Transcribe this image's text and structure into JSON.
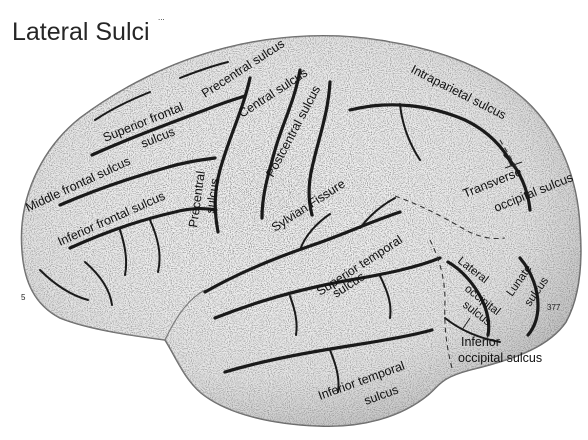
{
  "title": "Lateral Sulci",
  "labels": {
    "precentral_sulcus_top": "Precentral sulcus",
    "central_sulcus": "Central sulcus",
    "superior_frontal_sulcus_line1": "Superior frontal",
    "superior_frontal_sulcus_line2": "sulcus",
    "postcentral_sulcus": "Postcentral sulcus",
    "intraparietal_sulcus": "Intraparietal sulcus",
    "middle_frontal_sulcus": "Middle frontal sulcus",
    "inferior_frontal_sulcus": "Inferior frontal sulcus",
    "precentral_sulcus_mid_line1": "Precentral",
    "precentral_sulcus_mid_line2": "sulcus",
    "sylvian_fissure": "Sylvian Fissure",
    "transverse_occipital_line1": "Transverse",
    "transverse_occipital_line2": "occipital sulcus",
    "superior_temporal_line1": "Superior temporal",
    "superior_temporal_line2": "sulcus",
    "lateral_occipital_line1": "Lateral",
    "lateral_occipital_line2": "occipital",
    "lateral_occipital_line3": "sulcus",
    "lunate_line1": "Lunate",
    "lunate_line2": "sulcus",
    "inferior_occipital_line1": "Inferior",
    "inferior_occipital_line2": "occipital sulcus",
    "inferior_temporal_line1": "Inferior temporal",
    "inferior_temporal_line2": "sulcus"
  },
  "marks": {
    "corner_mark": "...",
    "left_numeral": "5",
    "right_number": "377"
  }
}
